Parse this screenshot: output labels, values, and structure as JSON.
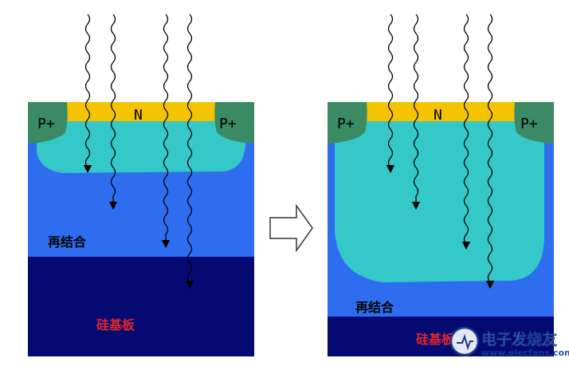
{
  "colors": {
    "p_region": "#3a8a64",
    "n_layer": "#f5c400",
    "depletion": "#35c8c8",
    "bulk": "#2e6df0",
    "substrate": "#050a73",
    "recombination_text": "#000000",
    "substrate_text": "#e0262c",
    "arrow_outline": "#333333",
    "ray": "#000000",
    "watermark_circle": "#1a3f8f"
  },
  "left": {
    "p_left_label": "P+",
    "n_label": "N",
    "p_right_label": "P+",
    "recombination_label": "再结合",
    "substrate_label": "硅基板"
  },
  "right": {
    "p_left_label": "P+",
    "n_label": "N",
    "p_right_label": "P+",
    "recombination_label": "再结合",
    "substrate_label": "硅基板"
  },
  "transition": {
    "icon": "right-arrow-icon"
  },
  "watermark": {
    "title": "电子发烧友",
    "url": "www.elecfans.com",
    "icon": "circuit-logo-icon"
  }
}
